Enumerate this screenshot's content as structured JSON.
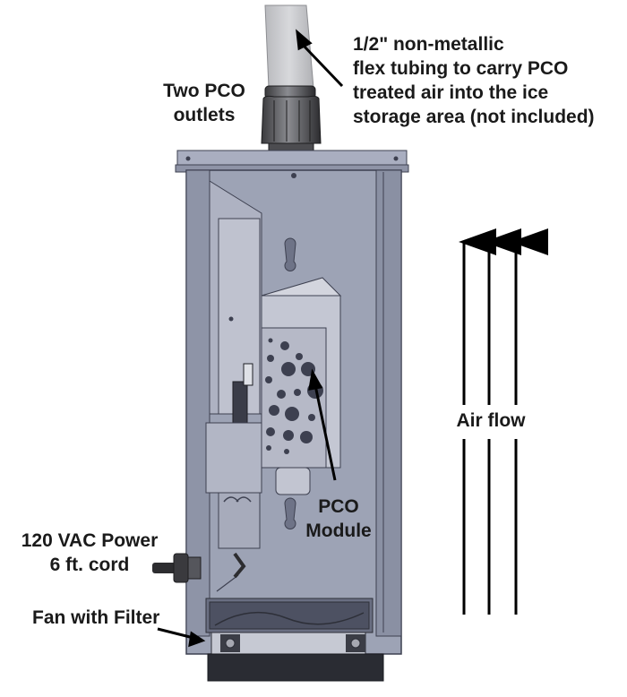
{
  "labels": {
    "tubing": [
      "1/2\" non-metallic",
      "flex tubing to carry PCO",
      "treated air into the ice",
      "storage area (not included)"
    ],
    "outlets": [
      "Two PCO",
      "outlets"
    ],
    "air_flow": "Air flow",
    "pco_module": [
      "PCO",
      "Module"
    ],
    "power": [
      "120 VAC Power",
      "6 ft. cord"
    ],
    "fan": "Fan with Filter"
  },
  "colors": {
    "housing": "#9da3b5",
    "housing_dark": "#7e8498",
    "housing_light": "#b8bccb",
    "tube": "#c8c9cc",
    "text": "#1a1a1a",
    "arrow": "#000000"
  }
}
